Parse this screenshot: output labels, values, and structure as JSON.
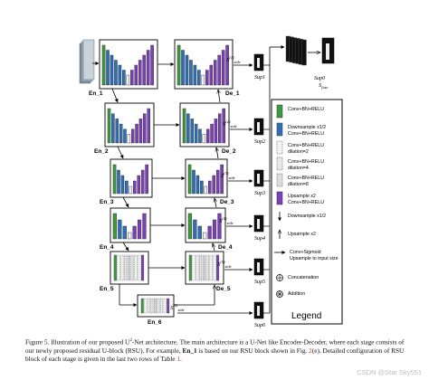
{
  "encoders": [
    "En_1",
    "En_2",
    "En_3",
    "En_4",
    "En_5",
    "En_6"
  ],
  "decoders": [
    "De_1",
    "De_2",
    "De_3",
    "De_4",
    "De_5"
  ],
  "side_outputs": [
    {
      "name": "S",
      "sup": "(1)",
      "sub": "side",
      "label": "Sup1"
    },
    {
      "name": "S",
      "sup": "(2)",
      "sub": "side",
      "label": "Sup2"
    },
    {
      "name": "S",
      "sup": "(3)",
      "sub": "side",
      "label": "Sup3"
    },
    {
      "name": "S",
      "sup": "(4)",
      "sub": "side",
      "label": "Sup4"
    },
    {
      "name": "S",
      "sup": "(5)",
      "sub": "side",
      "label": "Sup5"
    },
    {
      "name": "S",
      "sup": "(6)",
      "sub": "side",
      "label": "Sup6"
    }
  ],
  "fuse": {
    "label": "Sup0",
    "name": "S",
    "sub": "fuse"
  },
  "legend": {
    "title": "Legend",
    "items": [
      {
        "lines": [
          "Conv+BN+RELU"
        ],
        "color": "#3f9a3f"
      },
      {
        "lines": [
          "Downsample x1/2",
          "Conv+BN+RELU"
        ],
        "color": "#2f6fb5"
      },
      {
        "lines": [
          "Conv+BN+RELU",
          "dilation=2"
        ],
        "color": "#f4f4f4"
      },
      {
        "lines": [
          "Conv+BN+RELU",
          "dilation=4"
        ],
        "color": "#e8e8e8"
      },
      {
        "lines": [
          "Conv+BN+RELU",
          "dilation=8"
        ],
        "color": "#dcdcdc"
      },
      {
        "lines": [
          "Upsample x2",
          "Conv+BN+RELU"
        ],
        "color": "#7b3fb8"
      },
      {
        "lines": [
          "Downsample x1/2"
        ]
      },
      {
        "lines": [
          "Upsample x2"
        ]
      },
      {
        "lines": [
          "Conv+Sigmoid",
          "Upsample to input size"
        ]
      },
      {
        "lines": [
          "Concatenation"
        ]
      },
      {
        "lines": [
          "Addition"
        ]
      }
    ]
  },
  "caption": {
    "p1": "Figure 5. Illustration of our proposed U",
    "p1sup": "2",
    "p2": "-Net architecture. The main architecture is a U-Net like Encoder-Decoder, where each stage consists of our newly proposed residual U-block (RSU). For example, ",
    "bold": "En_1",
    "p3": " is based on our RSU block shown in Fig. ",
    "ref1": "2",
    "p4": "(e). Detailed configuration of RSU block of each stage is given in the last two rows of Table ",
    "ref2": "1",
    "p5": "."
  },
  "watermark": "CSDN @Star Sky551"
}
